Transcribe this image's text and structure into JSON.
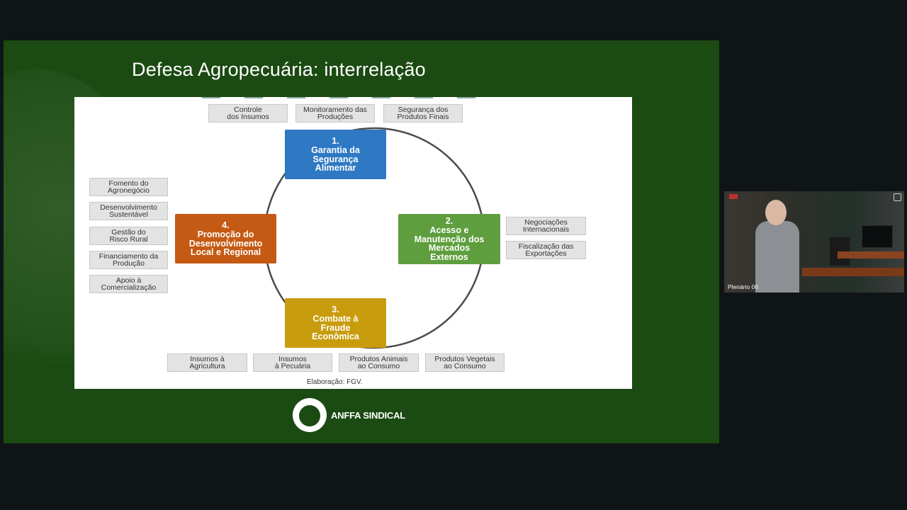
{
  "slide": {
    "title": "Defesa Agropecuária: interrelação",
    "credit": "Elaboração: FGV.",
    "brand": "ANFFA SINDICAL"
  },
  "diagram": {
    "boxes": [
      {
        "num": "1.",
        "lines": [
          "Garantia da",
          "Segurança",
          "Alimentar"
        ],
        "color": "#2e78c4"
      },
      {
        "num": "2.",
        "lines": [
          "Acesso e",
          "Manutenção dos",
          "Mercados",
          "Externos"
        ],
        "color": "#5f9e3e"
      },
      {
        "num": "3.",
        "lines": [
          "Combate à",
          "Fraude",
          "Econômica"
        ],
        "color": "#c89c0d"
      },
      {
        "num": "4.",
        "lines": [
          "Promoção do",
          "Desenvolvimento",
          "Local e Regional"
        ],
        "color": "#c55a14"
      }
    ],
    "top_tags": [
      [
        "Controle",
        "dos Insumos"
      ],
      [
        "Monitoramento das",
        "Produções"
      ],
      [
        "Segurança dos",
        "Produtos Finais"
      ]
    ],
    "left_tags": [
      [
        "Fomento do",
        "Agronegócio"
      ],
      [
        "Desenvolvimento",
        "Sustentável"
      ],
      [
        "Gestão do",
        "Risco Rural"
      ],
      [
        "Financiamento da",
        "Produção"
      ],
      [
        "Apoio à",
        "Comercialização"
      ]
    ],
    "right_tags": [
      [
        "Negociações",
        "Internacionais"
      ],
      [
        "Fiscalização das",
        "Exportações"
      ]
    ],
    "bottom_tags": [
      [
        "Insumos à",
        "Agricultura"
      ],
      [
        "Insumos",
        "à Pecuária"
      ],
      [
        "Produtos Animais",
        "ao Consumo"
      ],
      [
        "Produtos Vegetais",
        "ao Consumo"
      ]
    ]
  },
  "camera": {
    "label": "Plenário 06"
  }
}
